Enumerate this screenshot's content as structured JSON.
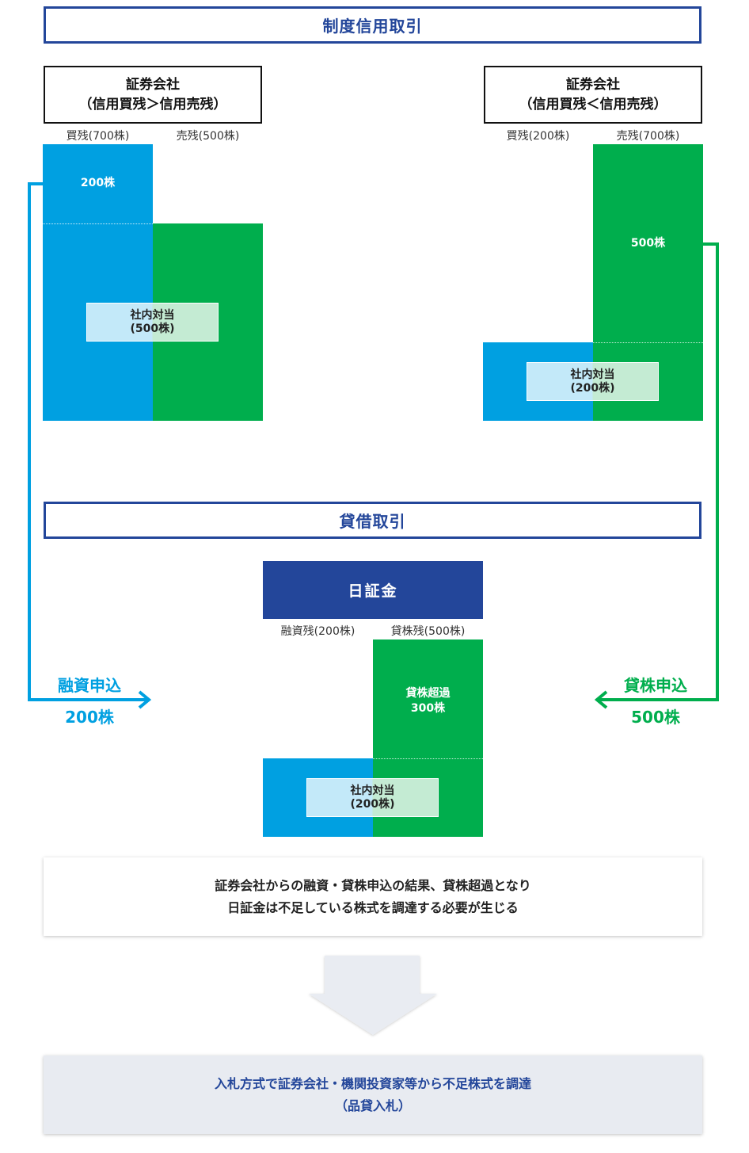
{
  "margin_section": {
    "title": "制度信用取引"
  },
  "lending_section": {
    "title": "貸借取引"
  },
  "left_company": {
    "name": "証券会社",
    "condition": "（信用買残＞信用売残）",
    "buy_label": "買残(700株)",
    "sell_label": "売残(500株)",
    "excess_label": "200株",
    "internal_line1": "社内対当",
    "internal_line2": "(500株)"
  },
  "right_company": {
    "name": "証券会社",
    "condition": "（信用買残＜信用売残）",
    "buy_label": "買残(200株)",
    "sell_label": "売残(700株)",
    "excess_label": "500株",
    "internal_line1": "社内対当",
    "internal_line2": "(200株)"
  },
  "jsf": {
    "name": "日証金",
    "loan_label": "融資残(200株)",
    "stock_label": "貸株残(500株)",
    "excess_line1": "貸株超過",
    "excess_line2": "300株",
    "internal_line1": "社内対当",
    "internal_line2": "(200株)"
  },
  "loan_application": {
    "title": "融資申込",
    "amount": "200株"
  },
  "stock_application": {
    "title": "貸株申込",
    "amount": "500株"
  },
  "result_note": {
    "line1": "証券会社からの融資・貸株申込の結果、貸株超過となり",
    "line2": "日証金は不足している株式を調達する必要が生じる"
  },
  "final_note": {
    "line1": "入札方式で証券会社・機関投資家等から不足株式を調達",
    "line2": "（品貸入札）"
  },
  "colors": {
    "navy": "#23469a",
    "blue": "#00a0e1",
    "green": "#00ae4d",
    "note_bg": "#e8ebf1"
  }
}
